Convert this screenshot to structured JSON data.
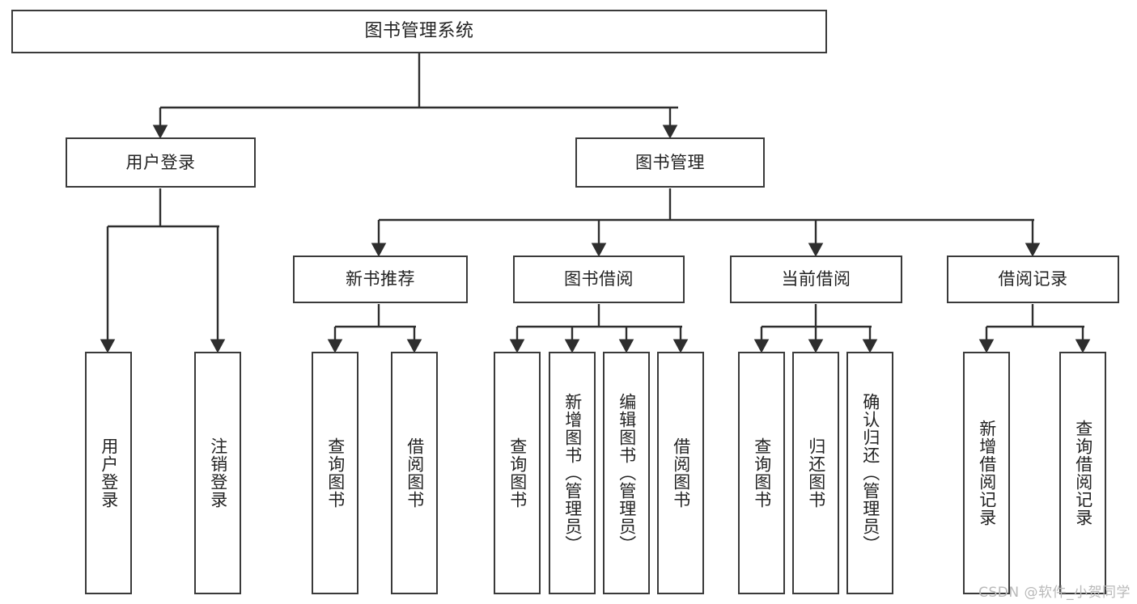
{
  "diagram": {
    "title": "图书管理系统",
    "type": "tree-hierarchy",
    "watermark": "CSDN @软件_小贺同学",
    "colors": {
      "border": "#3a3a3a",
      "text": "#232323",
      "background": "#ffffff",
      "watermark": "#b9b9b9"
    },
    "root": {
      "label": "图书管理系统"
    },
    "level2": [
      {
        "label": "用户登录"
      },
      {
        "label": "图书管理"
      }
    ],
    "level3": [
      {
        "label": "新书推荐"
      },
      {
        "label": "图书借阅"
      },
      {
        "label": "当前借阅"
      },
      {
        "label": "借阅记录"
      }
    ],
    "leaves": {
      "user_login": [
        {
          "label": "用户登录"
        },
        {
          "label": "注销登录"
        }
      ],
      "new_book_recommend": [
        {
          "label": "查询图书"
        },
        {
          "label": "借阅图书"
        }
      ],
      "book_borrow": [
        {
          "label": "查询图书"
        },
        {
          "label": "新增图书（管理员）"
        },
        {
          "label": "编辑图书（管理员）"
        },
        {
          "label": "借阅图书"
        }
      ],
      "current_borrow": [
        {
          "label": "查询图书"
        },
        {
          "label": "归还图书"
        },
        {
          "label": "确认归还（管理员）"
        }
      ],
      "borrow_record": [
        {
          "label": "新增借阅记录"
        },
        {
          "label": "查询借阅记录"
        }
      ]
    }
  }
}
